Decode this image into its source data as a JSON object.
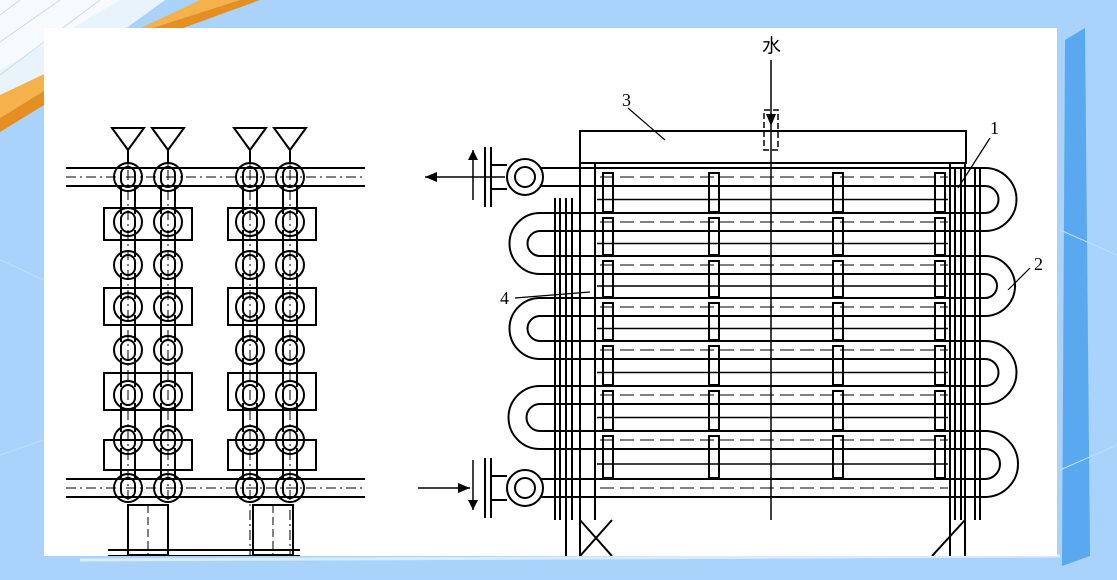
{
  "colors": {
    "background": "#a9d3fb",
    "stripe_light": "#cfe6fc",
    "accent_orange": "#f5b24a",
    "accent_orange_dark": "#e58f23",
    "panel": "#ffffff",
    "ink": "#000000"
  },
  "diagram": {
    "labels": {
      "water": "水",
      "part1": "1",
      "part2": "2",
      "part3": "3",
      "part4": "4"
    }
  }
}
